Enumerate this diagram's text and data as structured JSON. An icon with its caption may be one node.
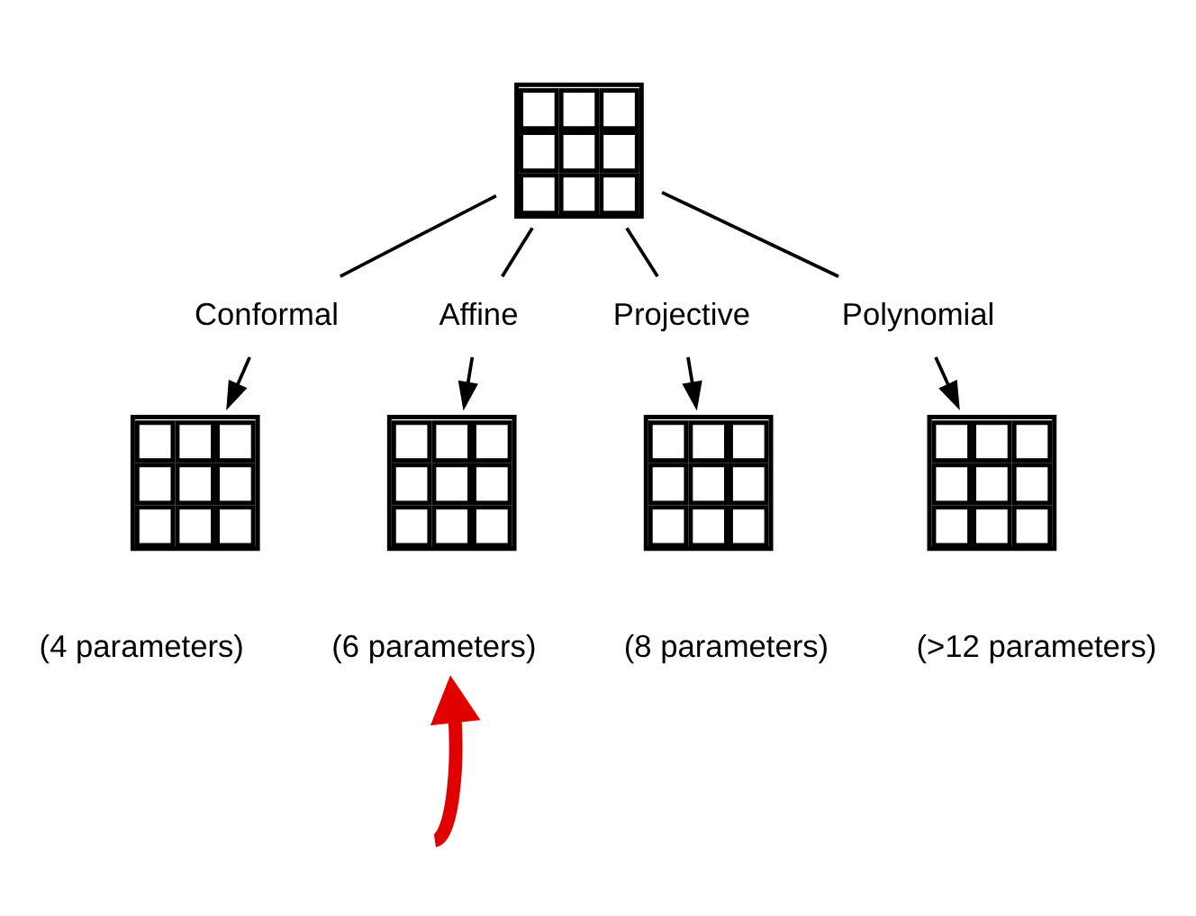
{
  "diagram": {
    "nodes": [
      {
        "text": [],
        "shape": "picture"
      },
      {
        "text": [
          "Conformal"
        ]
      },
      {
        "text": [
          "Affine"
        ]
      },
      {
        "text": [
          "Projective"
        ]
      },
      {
        "text": [
          "Polynomial"
        ]
      },
      {
        "text": [],
        "shape": "picture"
      },
      {
        "text": [],
        "shape": "picture"
      },
      {
        "text": [],
        "shape": "picture"
      },
      {
        "text": [],
        "shape": "picture"
      },
      {
        "text": [
          "(4 parameters)"
        ]
      },
      {
        "text": [
          "(6 parameters)"
        ]
      },
      {
        "text": [
          "(8 parameters)"
        ]
      },
      {
        "text": [
          "(>12 parameters)"
        ]
      }
    ],
    "edges": [
      {
        "from": 0,
        "to": 1,
        "arrow": "none"
      },
      {
        "from": 0,
        "to": 2,
        "arrow": "none"
      },
      {
        "from": 0,
        "to": 3,
        "arrow": "none"
      },
      {
        "from": 0,
        "to": 4,
        "arrow": "none"
      },
      {
        "from": 1,
        "to": 5,
        "arrow": "to"
      },
      {
        "from": 2,
        "to": 6,
        "arrow": "to"
      },
      {
        "from": 3,
        "to": 7,
        "arrow": "to"
      },
      {
        "from": 4,
        "to": 8,
        "arrow": "to"
      },
      {
        "from": null,
        "to": 10,
        "arrow": "to",
        "style": "thick",
        "color": "#e00000"
      }
    ]
  }
}
